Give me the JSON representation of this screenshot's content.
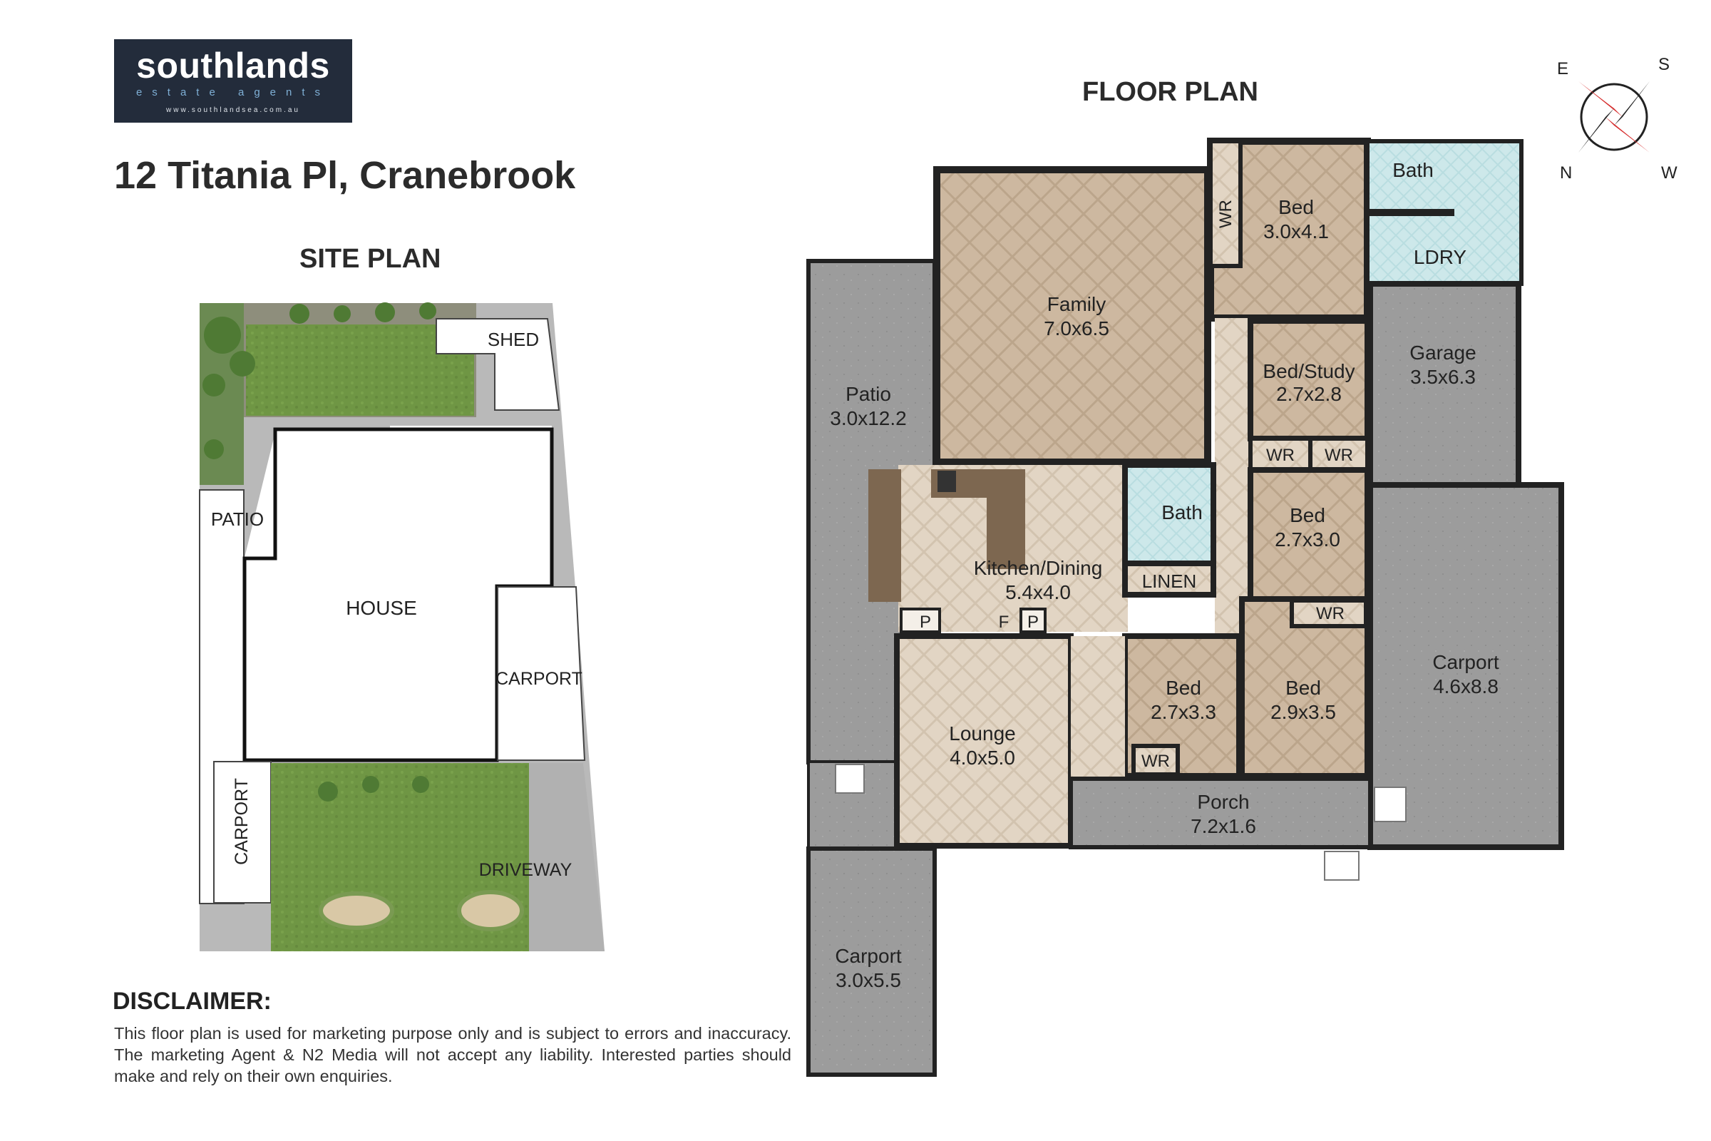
{
  "logo": {
    "brand": "southlands",
    "subtitle": "estate agents",
    "url": "www.southlandsea.com.au"
  },
  "address": "12 Titania Pl, Cranebrook",
  "site_plan": {
    "title": "SITE PLAN",
    "labels": {
      "shed": "SHED",
      "patio": "PATIO",
      "house": "HOUSE",
      "carport_right": "CARPORT",
      "carport_left": "CARPORT",
      "driveway": "DRIVEWAY"
    }
  },
  "floor_plan": {
    "title": "FLOOR PLAN",
    "rooms": {
      "family": {
        "name": "Family",
        "size": "7.0x6.5"
      },
      "patio": {
        "name": "Patio",
        "size": "3.0x12.2"
      },
      "bed1": {
        "name": "Bed",
        "size": "3.0x4.1"
      },
      "bath1": {
        "name": "Bath"
      },
      "ldry": {
        "name": "LDRY"
      },
      "garage": {
        "name": "Garage",
        "size": "3.5x6.3"
      },
      "bedstudy": {
        "name": "Bed/Study",
        "size": "2.7x2.8"
      },
      "bed2": {
        "name": "Bed",
        "size": "2.7x3.0"
      },
      "kitchen": {
        "name": "Kitchen/Dining",
        "size": "5.4x4.0"
      },
      "bath2": {
        "name": "Bath"
      },
      "linen": {
        "name": "LINEN"
      },
      "carport_r": {
        "name": "Carport",
        "size": "4.6x8.8"
      },
      "bed3": {
        "name": "Bed",
        "size": "2.7x3.3"
      },
      "bed4": {
        "name": "Bed",
        "size": "2.9x3.5"
      },
      "lounge": {
        "name": "Lounge",
        "size": "4.0x5.0"
      },
      "porch": {
        "name": "Porch",
        "size": "7.2x1.6"
      },
      "carport_l": {
        "name": "Carport",
        "size": "3.0x5.5"
      }
    },
    "small_labels": {
      "wr": "WR",
      "pantry": "P",
      "fridge": "F"
    }
  },
  "compass": {
    "s": "S",
    "e": "E",
    "w": "W",
    "n": "N"
  },
  "disclaimer": {
    "title": "DISCLAIMER:",
    "text": "This floor plan is used for marketing purpose only and is subject to errors and inaccuracy. The marketing Agent & N2 Media will not accept any liability. Interested parties should make and rely on their own enquiries."
  },
  "colors": {
    "logo_bg": "#232c3b",
    "wall": "#222222",
    "timber": "#c9b49b",
    "tile": "#e3d6c5",
    "wet": "#cde8ea",
    "concrete": "#9a9a9a",
    "lawn": "#6f9644"
  }
}
